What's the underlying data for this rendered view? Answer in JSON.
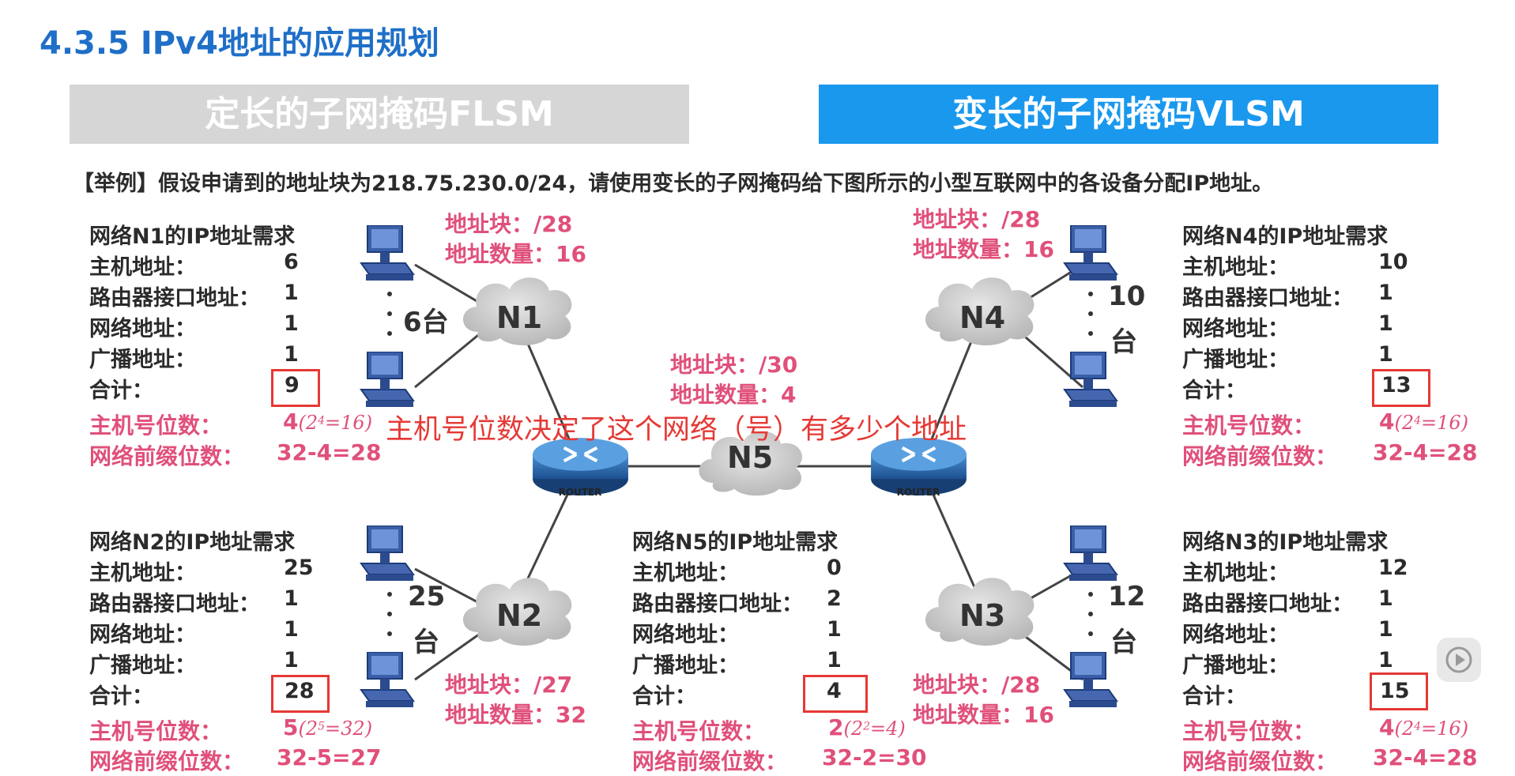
{
  "title": "4.3.5 IPv4地址的应用规划",
  "tabs": {
    "flsm": "定长的子网掩码FLSM",
    "vlsm": "变长的子网掩码VLSM"
  },
  "example": "【举例】假设申请到的地址块为218.75.230.0/24，请使用变长的子网掩码给下图所示的小型互联网中的各设备分配IP地址。",
  "labels": {
    "host": "主机地址：",
    "router_if": "路由器接口地址：",
    "network": "网络地址：",
    "broadcast": "广播地址：",
    "total": "合计：",
    "host_bits": "主机号位数：",
    "prefix_bits": "网络前缀位数："
  },
  "n1": {
    "heading": "网络N1的IP地址需求",
    "host": "6",
    "router": "1",
    "network": "1",
    "broadcast": "1",
    "total": "9",
    "bits": "4",
    "pow_base": "(2",
    "pow_exp": "4",
    "pow_rest": "=16)",
    "prefix": "32-4=28",
    "block": "地址块：/28",
    "count": "地址数量：16",
    "cloud": "N1",
    "devices": "6台"
  },
  "n2": {
    "heading": "网络N2的IP地址需求",
    "host": "25",
    "router": "1",
    "network": "1",
    "broadcast": "1",
    "total": "28",
    "bits": "5",
    "pow_base": "(2",
    "pow_exp": "5",
    "pow_rest": "=32)",
    "prefix": "32-5=27",
    "block": "地址块：/27",
    "count": "地址数量：32",
    "cloud": "N2",
    "devices_num": "25",
    "devices_unit": "台"
  },
  "n5": {
    "heading": "网络N5的IP地址需求",
    "host": "0",
    "router": "2",
    "network": "1",
    "broadcast": "1",
    "total": "4",
    "bits": "2",
    "pow_base": "(2",
    "pow_exp": "2",
    "pow_rest": "=4)",
    "prefix": "32-2=30",
    "block": "地址块：/30",
    "count": "地址数量：4",
    "cloud": "N5"
  },
  "n4": {
    "heading": "网络N4的IP地址需求",
    "host": "10",
    "router": "1",
    "network": "1",
    "broadcast": "1",
    "total": "13",
    "bits": "4",
    "pow_base": "(2",
    "pow_exp": "4",
    "pow_rest": "=16)",
    "prefix": "32-4=28",
    "block": "地址块：/28",
    "count": "地址数量：16",
    "cloud": "N4",
    "devices_num": "10",
    "devices_unit": "台"
  },
  "n3": {
    "heading": "网络N3的IP地址需求",
    "host": "12",
    "router": "1",
    "network": "1",
    "broadcast": "1",
    "total": "15",
    "bits": "4",
    "pow_base": "(2",
    "pow_exp": "4",
    "pow_rest": "=16)",
    "prefix": "32-4=28",
    "block": "地址块：/28",
    "count": "地址数量：16",
    "cloud": "N3",
    "devices_num": "12",
    "devices_unit": "台"
  },
  "router_label": "ROUTER",
  "annotation": "主机号位数决定了这个网络（号）有多少个地址",
  "colors": {
    "title": "#1f6fc8",
    "vlsm_tab": "#1a98ee",
    "flsm_tab": "#d6d6d6",
    "pink": "#e0507a",
    "red": "#e53935"
  },
  "icons": [
    "computer-icon",
    "router-icon",
    "cloud-icon",
    "play-icon"
  ]
}
